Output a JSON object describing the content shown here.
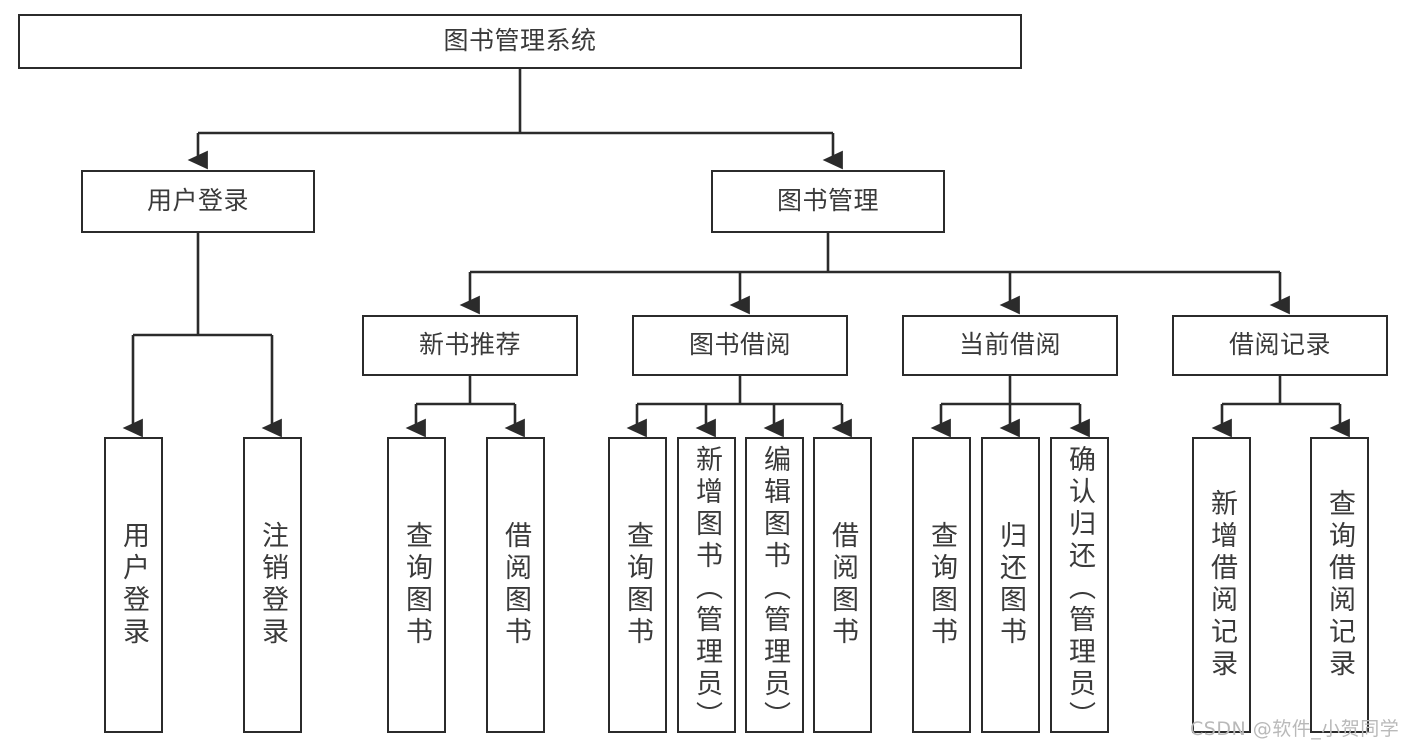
{
  "diagram": {
    "type": "tree-hierarchy",
    "title": "图书管理系统",
    "root": {
      "label": "图书管理系统"
    },
    "level2": [
      {
        "id": "user-login",
        "label": "用户登录"
      },
      {
        "id": "book-management",
        "label": "图书管理"
      }
    ],
    "level3": [
      {
        "id": "new-book-recommend",
        "label": "新书推荐"
      },
      {
        "id": "book-borrow",
        "label": "图书借阅"
      },
      {
        "id": "current-borrow",
        "label": "当前借阅"
      },
      {
        "id": "borrow-record",
        "label": "借阅记录"
      }
    ],
    "leaves": {
      "user_login": [
        {
          "id": "leaf-user-login",
          "label": "用户登录"
        },
        {
          "id": "leaf-logout-login",
          "label": "注销登录"
        }
      ],
      "new_book_recommend": [
        {
          "id": "leaf-query-book-1",
          "label": "查询图书"
        },
        {
          "id": "leaf-borrow-book-1",
          "label": "借阅图书"
        }
      ],
      "book_borrow": [
        {
          "id": "leaf-query-book-2",
          "label": "查询图书"
        },
        {
          "id": "leaf-add-book-admin",
          "label": "新增图书（管理员）"
        },
        {
          "id": "leaf-edit-book-admin",
          "label": "编辑图书（管理员）"
        },
        {
          "id": "leaf-borrow-book-2",
          "label": "借阅图书"
        }
      ],
      "current_borrow": [
        {
          "id": "leaf-query-book-3",
          "label": "查询图书"
        },
        {
          "id": "leaf-return-book",
          "label": "归还图书"
        },
        {
          "id": "leaf-confirm-return-admin",
          "label": "确认归还（管理员）"
        }
      ],
      "borrow_record": [
        {
          "id": "leaf-add-borrow-record",
          "label": "新增借阅记录"
        },
        {
          "id": "leaf-query-borrow-record",
          "label": "查询借阅记录"
        }
      ]
    }
  },
  "watermark": {
    "text": "CSDN @软件_小贺同学"
  },
  "colors": {
    "stroke": "#2b2b2b",
    "text": "#3a3a3a",
    "background": "#ffffff",
    "watermark": "#b9b9b9"
  }
}
